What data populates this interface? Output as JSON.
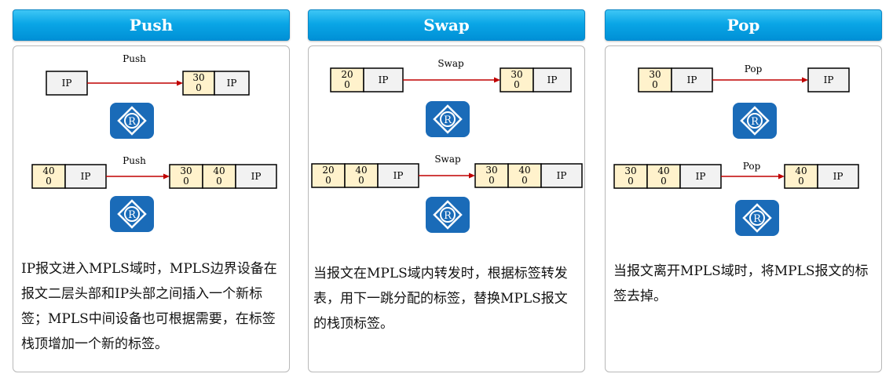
{
  "panels": {
    "push": {
      "title": "Push",
      "top": {
        "op": "Push",
        "before": [
          "IP"
        ],
        "after": [
          "300",
          "IP"
        ]
      },
      "bottom": {
        "op": "Push",
        "before": [
          "400",
          "IP"
        ],
        "after": [
          "300",
          "400",
          "IP"
        ]
      },
      "desc": "IP报文进入MPLS域时，MPLS边界设备在报文二层头部和IP头部之间插入一个新标签；MPLS中间设备也可根据需要，在标签栈顶增加一个新的标签。"
    },
    "swap": {
      "title": "Swap",
      "top": {
        "op": "Swap",
        "before": [
          "200",
          "IP"
        ],
        "after": [
          "300",
          "IP"
        ]
      },
      "bottom": {
        "op": "Swap",
        "before": [
          "200",
          "400",
          "IP"
        ],
        "after": [
          "300",
          "400",
          "IP"
        ]
      },
      "desc": "当报文在MPLS域内转发时，根据标签转发表，用下一跳分配的标签，替换MPLS报文的栈顶标签。"
    },
    "pop": {
      "title": "Pop",
      "top": {
        "op": "Pop",
        "before": [
          "300",
          "IP"
        ],
        "after": [
          "IP"
        ]
      },
      "bottom": {
        "op": "Pop",
        "before": [
          "300",
          "400",
          "IP"
        ],
        "after": [
          "400",
          "IP"
        ]
      },
      "desc": "当报文离开MPLS域时，将MPLS报文的标签去掉。"
    }
  },
  "colors": {
    "header_blue": "#0aa6e6",
    "label_fill": "#fff2cc",
    "ip_fill": "#f2f2f2",
    "arrow": "#c00000",
    "router": "#1a6bb8"
  },
  "icons": {
    "router": "router-icon"
  }
}
